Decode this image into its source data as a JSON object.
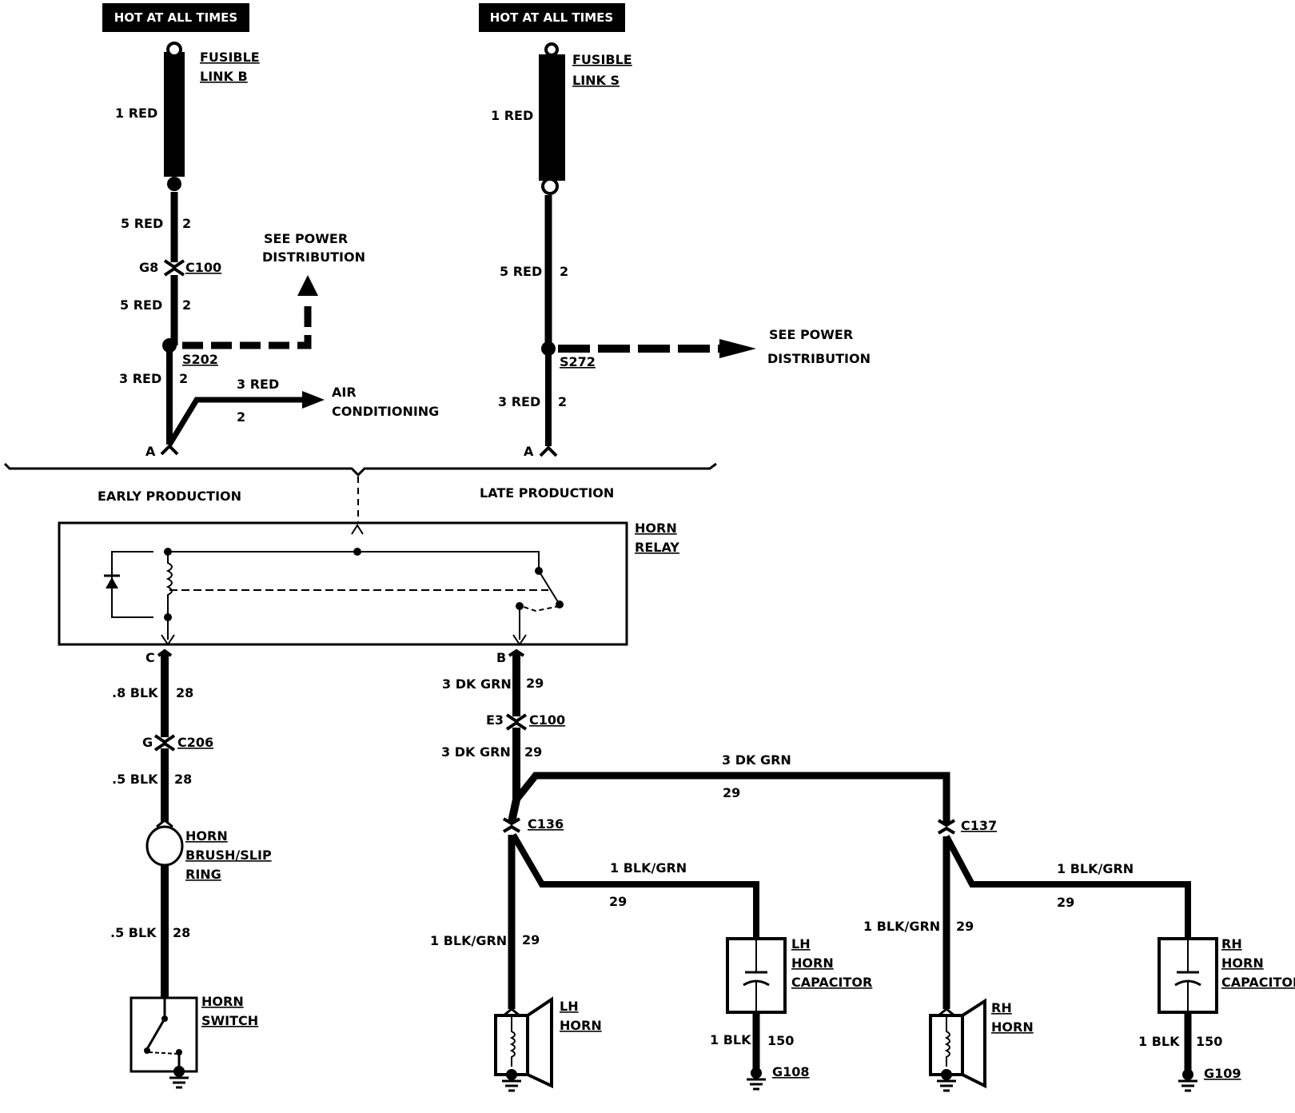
{
  "colors": {
    "ink": "#000000",
    "paper": "#ffffff"
  },
  "left_feed": {
    "hot_label": "HOT AT ALL TIMES",
    "fusible_link_line1": "FUSIBLE",
    "fusible_link_line2": "LINK B",
    "wire_fusible": "1 RED",
    "wire_upper": "5 RED",
    "circuit_upper": "2",
    "connector_pin": "G8",
    "connector": "C100",
    "wire_mid": "5 RED",
    "circuit_mid": "2",
    "splice": "S202",
    "power_ref_line1": "SEE POWER",
    "power_ref_line2": "DISTRIBUTION",
    "wire_lower": "3 RED",
    "circuit_lower": "2",
    "ac_wire": "3 RED",
    "ac_circuit": "2",
    "ac_line1": "AIR",
    "ac_line2": "CONDITIONING",
    "pin": "A",
    "production": "EARLY PRODUCTION"
  },
  "right_feed": {
    "hot_label": "HOT AT ALL TIMES",
    "fusible_link_line1": "FUSIBLE",
    "fusible_link_line2": "LINK S",
    "wire_fusible": "1 RED",
    "wire_upper": "5 RED",
    "circuit_upper": "2",
    "splice": "S272",
    "power_ref_line1": "SEE POWER",
    "power_ref_line2": "DISTRIBUTION",
    "wire_lower": "3 RED",
    "circuit_lower": "2",
    "pin": "A",
    "production": "LATE PRODUCTION"
  },
  "relay": {
    "line1": "HORN",
    "line2": "RELAY"
  },
  "switch_circuit": {
    "pin": "C",
    "wire1": ".8 BLK",
    "circuit1": "28",
    "connector_pin": "G",
    "connector": "C206",
    "wire2": ".5 BLK",
    "circuit2": "28",
    "brush_line1": "HORN",
    "brush_line2": "BRUSH/SLIP",
    "brush_line3": "RING",
    "wire3": ".5 BLK",
    "circuit3": "28",
    "switch_line1": "HORN",
    "switch_line2": "SWITCH"
  },
  "horn_circuit": {
    "pin": "B",
    "wire1": "3 DK GRN",
    "circuit1": "29",
    "connector_pin": "E3",
    "connector": "C100",
    "wire2": "3 DK GRN",
    "circuit2": "29",
    "cross_wire": "3 DK GRN",
    "cross_circuit": "29",
    "lh": {
      "connector": "C136",
      "cap_wire": "1 BLK/GRN",
      "cap_circuit": "29",
      "horn_wire": "1 BLK/GRN",
      "horn_circuit": "29",
      "horn_line1": "LH",
      "horn_line2": "HORN",
      "cap_line1": "LH",
      "cap_line2": "HORN",
      "cap_line3": "CAPACITOR",
      "ground_wire": "1 BLK",
      "ground_circuit": "150",
      "ground": "G108"
    },
    "rh": {
      "connector": "C137",
      "cap_wire": "1 BLK/GRN",
      "cap_circuit": "29",
      "horn_wire": "1 BLK/GRN",
      "horn_circuit": "29",
      "horn_line1": "RH",
      "horn_line2": "HORN",
      "cap_line1": "RH",
      "cap_line2": "HORN",
      "cap_line3": "CAPACITOR",
      "ground_wire": "1 BLK",
      "ground_circuit": "150",
      "ground": "G109"
    }
  }
}
